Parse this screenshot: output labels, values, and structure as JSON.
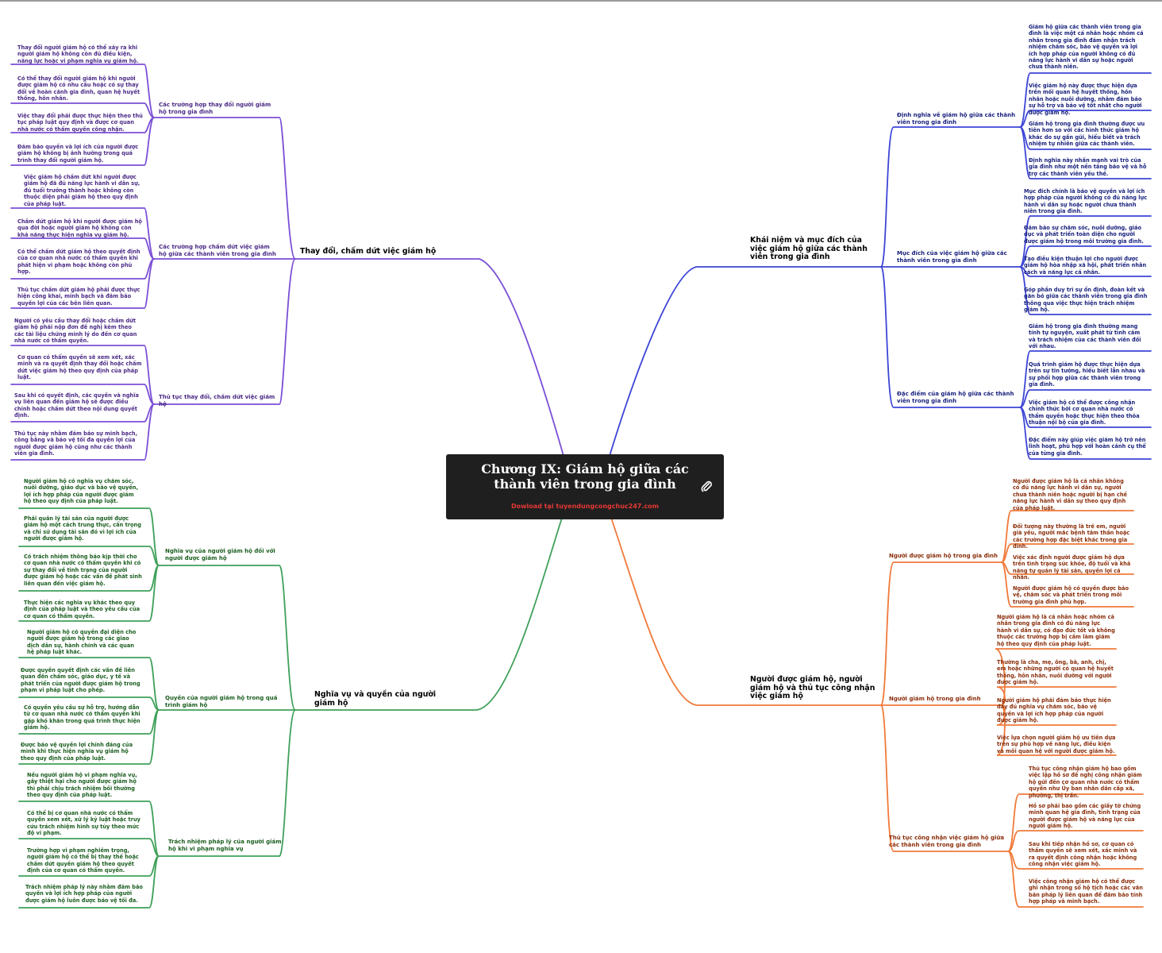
{
  "central": {
    "title": "Chương IX: Giám hộ giữa các thành viên trong gia đình",
    "subtitle": "Dowload tại tuyendungcongchuc247.com"
  },
  "colors": {
    "purple": "#7b4fd6",
    "blue": "#3d45d6",
    "green": "#3fa05a",
    "orange": "#f07a3a",
    "central_bg": "#1f1f1f",
    "subtitle": "#e53935"
  },
  "icons": [
    "paperclip-icon"
  ],
  "branches": {
    "thay_doi": {
      "label": "Thay đổi, chấm dứt việc giám hộ",
      "subs": [
        {
          "label": "Các trường hợp thay đổi người giám hộ trong gia đình",
          "leaves": [
            "Thay đổi người giám hộ có thể xảy ra khi người giám hộ không còn đủ điều kiện, năng lực hoặc vi phạm nghĩa vụ giám hộ.",
            "Có thể thay đổi người giám hộ khi người được giám hộ có nhu cầu hoặc có sự thay đổi về hoàn cảnh gia đình, quan hệ huyết thống, hôn nhân.",
            "Việc thay đổi phải được thực hiện theo thủ tục pháp luật quy định và được cơ quan nhà nước có thẩm quyền công nhận.",
            "Đảm bảo quyền và lợi ích của người được giám hộ không bị ảnh hưởng trong quá trình thay đổi người giám hộ."
          ]
        },
        {
          "label": "Các trường hợp chấm dứt việc giám hộ giữa các thành viên trong gia đình",
          "leaves": [
            "Việc giám hộ chấm dứt khi người được giám hộ đã đủ năng lực hành vi dân sự, đủ tuổi trưởng thành hoặc không còn thuộc diện phải giám hộ theo quy định của pháp luật.",
            "Chấm dứt giám hộ khi người được giám hộ qua đời hoặc người giám hộ không còn khả năng thực hiện nghĩa vụ giám hộ.",
            "Có thể chấm dứt giám hộ theo quyết định của cơ quan nhà nước có thẩm quyền khi phát hiện vi phạm hoặc không còn phù hợp.",
            "Thủ tục chấm dứt giám hộ phải được thực hiện công khai, minh bạch và đảm bảo quyền lợi của các bên liên quan."
          ]
        },
        {
          "label": "Thủ tục thay đổi, chấm dứt việc giám hộ",
          "leaves": [
            "Người có yêu cầu thay đổi hoặc chấm dứt giám hộ phải nộp đơn đề nghị kèm theo các tài liệu chứng minh lý do đến cơ quan nhà nước có thẩm quyền.",
            "Cơ quan có thẩm quyền sẽ xem xét, xác minh và ra quyết định thay đổi hoặc chấm dứt việc giám hộ theo quy định của pháp luật.",
            "Sau khi có quyết định, các quyền và nghĩa vụ liên quan đến giám hộ sẽ được điều chỉnh hoặc chấm dứt theo nội dung quyết định.",
            "Thủ tục này nhằm đảm bảo sự minh bạch, công bằng và bảo vệ tối đa quyền lợi của người được giám hộ cũng như các thành viên gia đình."
          ]
        }
      ]
    },
    "khai_niem": {
      "label": "Khái niệm và mục đích của việc giám hộ giữa các thành viên trong gia đình",
      "subs": [
        {
          "label": "Định nghĩa về giám hộ giữa các thành viên trong gia đình",
          "leaves": [
            "Giám hộ giữa các thành viên trong gia đình là việc một cá nhân hoặc nhóm cá nhân trong gia đình đảm nhận trách nhiệm chăm sóc, bảo vệ quyền và lợi ích hợp pháp của người không có đủ năng lực hành vi dân sự hoặc người chưa thành niên.",
            "Việc giám hộ này được thực hiện dựa trên mối quan hệ huyết thống, hôn nhân hoặc nuôi dưỡng, nhằm đảm bảo sự hỗ trợ và bảo vệ tốt nhất cho người được giám hộ.",
            "Giám hộ trong gia đình thường được ưu tiên hơn so với các hình thức giám hộ khác do sự gần gũi, hiểu biết và trách nhiệm tự nhiên giữa các thành viên.",
            "Định nghĩa này nhấn mạnh vai trò của gia đình như một nền tảng bảo vệ và hỗ trợ các thành viên yếu thế."
          ]
        },
        {
          "label": "Mục đích của việc giám hộ giữa các thành viên trong gia đình",
          "leaves": [
            "Mục đích chính là bảo vệ quyền và lợi ích hợp pháp của người không có đủ năng lực hành vi dân sự hoặc người chưa thành niên trong gia đình.",
            "Đảm bảo sự chăm sóc, nuôi dưỡng, giáo dục và phát triển toàn diện cho người được giám hộ trong môi trường gia đình.",
            "Tạo điều kiện thuận lợi cho người được giám hộ hòa nhập xã hội, phát triển nhân cách và năng lực cá nhân.",
            "Góp phần duy trì sự ổn định, đoàn kết và gắn bó giữa các thành viên trong gia đình thông qua việc thực hiện trách nhiệm giám hộ."
          ]
        },
        {
          "label": "Đặc điểm của giám hộ giữa các thành viên trong gia đình",
          "leaves": [
            "Giám hộ trong gia đình thường mang tính tự nguyện, xuất phát từ tình cảm và trách nhiệm của các thành viên đối với nhau.",
            "Quá trình giám hộ được thực hiện dựa trên sự tin tưởng, hiểu biết lẫn nhau và sự phối hợp giữa các thành viên trong gia đình.",
            "Việc giám hộ có thể được công nhận chính thức bởi cơ quan nhà nước có thẩm quyền hoặc thực hiện theo thỏa thuận nội bộ của gia đình.",
            "Đặc điểm này giúp việc giám hộ trở nên linh hoạt, phù hợp với hoàn cảnh cụ thể của từng gia đình."
          ]
        }
      ]
    },
    "nghia_vu": {
      "label": "Nghĩa vụ và quyền của người giám hộ",
      "subs": [
        {
          "label": "Nghĩa vụ của người giám hộ đối với người được giám hộ",
          "leaves": [
            "Người giám hộ có nghĩa vụ chăm sóc, nuôi dưỡng, giáo dục và bảo vệ quyền, lợi ích hợp pháp của người được giám hộ theo quy định của pháp luật.",
            "Phải quản lý tài sản của người được giám hộ một cách trung thực, cẩn trọng và chỉ sử dụng tài sản đó vì lợi ích của người được giám hộ.",
            "Có trách nhiệm thông báo kịp thời cho cơ quan nhà nước có thẩm quyền khi có sự thay đổi về tình trạng của người được giám hộ hoặc các vấn đề phát sinh liên quan đến việc giám hộ.",
            "Thực hiện các nghĩa vụ khác theo quy định của pháp luật và theo yêu cầu của cơ quan có thẩm quyền."
          ]
        },
        {
          "label": "Quyền của người giám hộ trong quá trình giám hộ",
          "leaves": [
            "Người giám hộ có quyền đại diện cho người được giám hộ trong các giao dịch dân sự, hành chính và các quan hệ pháp luật khác.",
            "Được quyền quyết định các vấn đề liên quan đến chăm sóc, giáo dục, y tế và phát triển của người được giám hộ trong phạm vi pháp luật cho phép.",
            "Có quyền yêu cầu sự hỗ trợ, hướng dẫn từ cơ quan nhà nước có thẩm quyền khi gặp khó khăn trong quá trình thực hiện giám hộ.",
            "Được bảo vệ quyền lợi chính đáng của mình khi thực hiện nghĩa vụ giám hộ theo quy định của pháp luật."
          ]
        },
        {
          "label": "Trách nhiệm pháp lý của người giám hộ khi vi phạm nghĩa vụ",
          "leaves": [
            "Nếu người giám hộ vi phạm nghĩa vụ, gây thiệt hại cho người được giám hộ thì phải chịu trách nhiệm bồi thường theo quy định của pháp luật.",
            "Có thể bị cơ quan nhà nước có thẩm quyền xem xét, xử lý kỷ luật hoặc truy cứu trách nhiệm hình sự tùy theo mức độ vi phạm.",
            "Trường hợp vi phạm nghiêm trọng, người giám hộ có thể bị thay thế hoặc chấm dứt quyền giám hộ theo quyết định của cơ quan có thẩm quyền.",
            "Trách nhiệm pháp lý này nhằm đảm bảo quyền và lợi ích hợp pháp của người được giám hộ luôn được bảo vệ tối đa."
          ]
        }
      ]
    },
    "nguoi_duoc": {
      "label": "Người được giám hộ, người giám hộ và thủ tục công nhận việc giám hộ",
      "subs": [
        {
          "label": "Người được giám hộ trong gia đình",
          "leaves": [
            "Người được giám hộ là cá nhân không có đủ năng lực hành vi dân sự, người chưa thành niên hoặc người bị hạn chế năng lực hành vi dân sự theo quy định của pháp luật.",
            "Đối tượng này thường là trẻ em, người già yếu, người mắc bệnh tâm thần hoặc các trường hợp đặc biệt khác trong gia đình.",
            "Việc xác định người được giám hộ dựa trên tình trạng sức khỏe, độ tuổi và khả năng tự quản lý tài sản, quyền lợi cá nhân.",
            "Người được giám hộ có quyền được bảo vệ, chăm sóc và phát triển trong môi trường gia đình phù hợp."
          ]
        },
        {
          "label": "Người giám hộ trong gia đình",
          "leaves": [
            "Người giám hộ là cá nhân hoặc nhóm cá nhân trong gia đình có đủ năng lực hành vi dân sự, có đạo đức tốt và không thuộc các trường hợp bị cấm làm giám hộ theo quy định của pháp luật.",
            "Thường là cha, mẹ, ông, bà, anh, chị, em hoặc những người có quan hệ huyết thống, hôn nhân, nuôi dưỡng với người được giám hộ.",
            "Người giám hộ phải đảm bảo thực hiện đầy đủ nghĩa vụ chăm sóc, bảo vệ quyền và lợi ích hợp pháp của người được giám hộ.",
            "Việc lựa chọn người giám hộ ưu tiên dựa trên sự phù hợp về năng lực, điều kiện và mối quan hệ với người được giám hộ."
          ]
        },
        {
          "label": "Thủ tục công nhận việc giám hộ giữa các thành viên trong gia đình",
          "leaves": [
            "Thủ tục công nhận giám hộ bao gồm việc lập hồ sơ đề nghị công nhận giám hộ gửi đến cơ quan nhà nước có thẩm quyền như Ủy ban nhân dân cấp xã, phường, thị trấn.",
            "Hồ sơ phải bao gồm các giấy tờ chứng minh quan hệ gia đình, tình trạng của người được giám hộ và năng lực của người giám hộ.",
            "Sau khi tiếp nhận hồ sơ, cơ quan có thẩm quyền sẽ xem xét, xác minh và ra quyết định công nhận hoặc không công nhận việc giám hộ.",
            "Việc công nhận giám hộ có thể được ghi nhận trong sổ hộ tịch hoặc các văn bản pháp lý liên quan để đảm bảo tính hợp pháp và minh bạch."
          ]
        }
      ]
    }
  }
}
